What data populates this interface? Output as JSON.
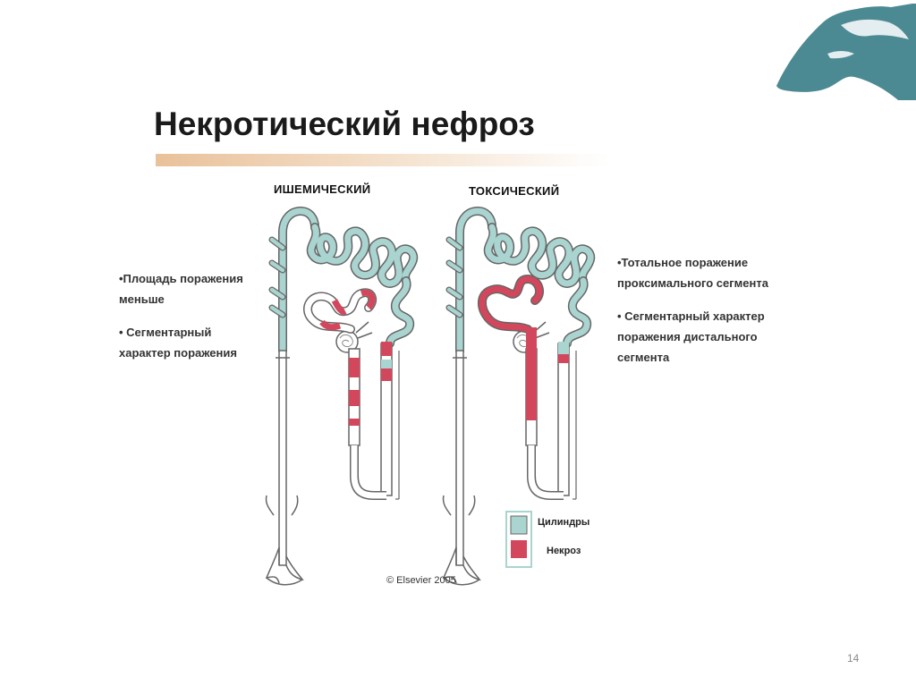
{
  "slide": {
    "title": "Некротический нефроз",
    "page_number": "14",
    "copyright": "© Elsevier 2005"
  },
  "diagrams": {
    "left_label": "ИШЕМИЧЕСКИЙ",
    "right_label": "ТОКСИЧЕСКИЙ"
  },
  "notes": {
    "left": [
      "•Площадь поражения меньше",
      "• Сегментарный характер поражения"
    ],
    "right": [
      "•Тотальное поражение проксимального сегмента",
      "• Сегментарный характер поражения дистального сегмента"
    ]
  },
  "legend": {
    "cylinders_label": "Цилиндры",
    "necrosis_label": "Некроз",
    "cylinders_color": "#a9d4d0",
    "necrosis_color": "#d2475c"
  },
  "colors": {
    "tubule_outline": "#666666",
    "logo": "#4b8993",
    "title_accent": "#e9c19a"
  },
  "icons": {
    "logo": "horse-head-icon"
  }
}
